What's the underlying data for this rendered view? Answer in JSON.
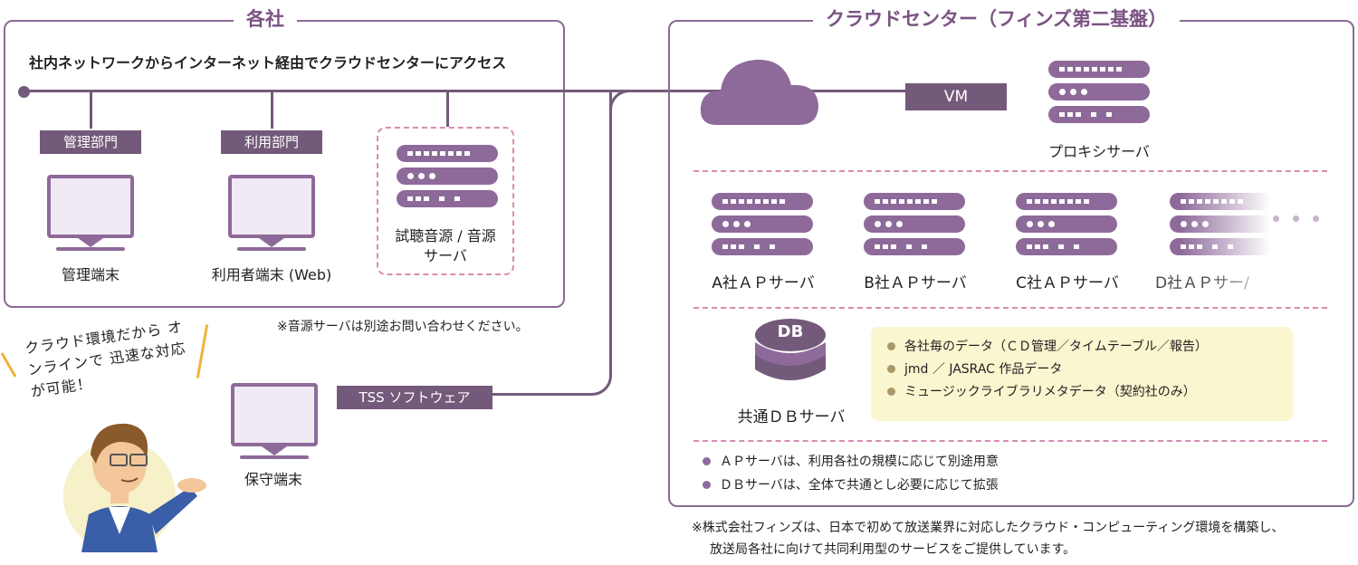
{
  "companies": {
    "title": "各社",
    "subtitle": "社内ネットワークからインターネット経由でクラウドセンターにアクセス",
    "mgmt_dept": "管理部門",
    "user_dept": "利用部門",
    "mgmt_terminal": "管理端末",
    "user_terminal": "利用者端末 (Web)",
    "audio_server": "試聴音源 / 音源サーバ",
    "audio_note": "※音源サーバは別途お問い合わせください。"
  },
  "maintenance": {
    "tss": "TSS ソフトウェア",
    "terminal": "保守端末"
  },
  "character": {
    "speech": "クラウド環境だから オンラインで 迅速な対応が可能！"
  },
  "cloud_center": {
    "title": "クラウドセンター（フィンズ第二基盤）",
    "vm": "VM",
    "proxy": "プロキシサーバ",
    "ap_servers": [
      "A社ＡＰサーバ",
      "B社ＡＰサーバ",
      "C社ＡＰサーバ",
      "D社ＡＰサー/"
    ],
    "db_label": "DB",
    "db_server": "共通ＤＢサーバ",
    "db_items": [
      "各社毎のデータ（ＣＤ管理／タイムテーブル／報告）",
      "jmd ／ JASRAC 作品データ",
      "ミュージックライブラリメタデータ（契約社のみ）"
    ],
    "notes": [
      "ＡＰサーバは、利用各社の規模に応じて別途用意",
      "ＤＢサーバは、全体で共通とし必要に応じて拡張"
    ]
  },
  "footer": {
    "line1": "※株式会社フィンズは、日本で初めて放送業界に対応したクラウド・コンピューティング環境を構築し、",
    "line2": "放送局各社に向けて共同利用型のサービスをご提供しています。"
  },
  "colors": {
    "purple": "#735a7a",
    "light_purple": "#8e6a9a",
    "dash_pink": "#d98cb3",
    "note_yellow": "#faf6cf",
    "bullet_olive": "#a8986a"
  }
}
